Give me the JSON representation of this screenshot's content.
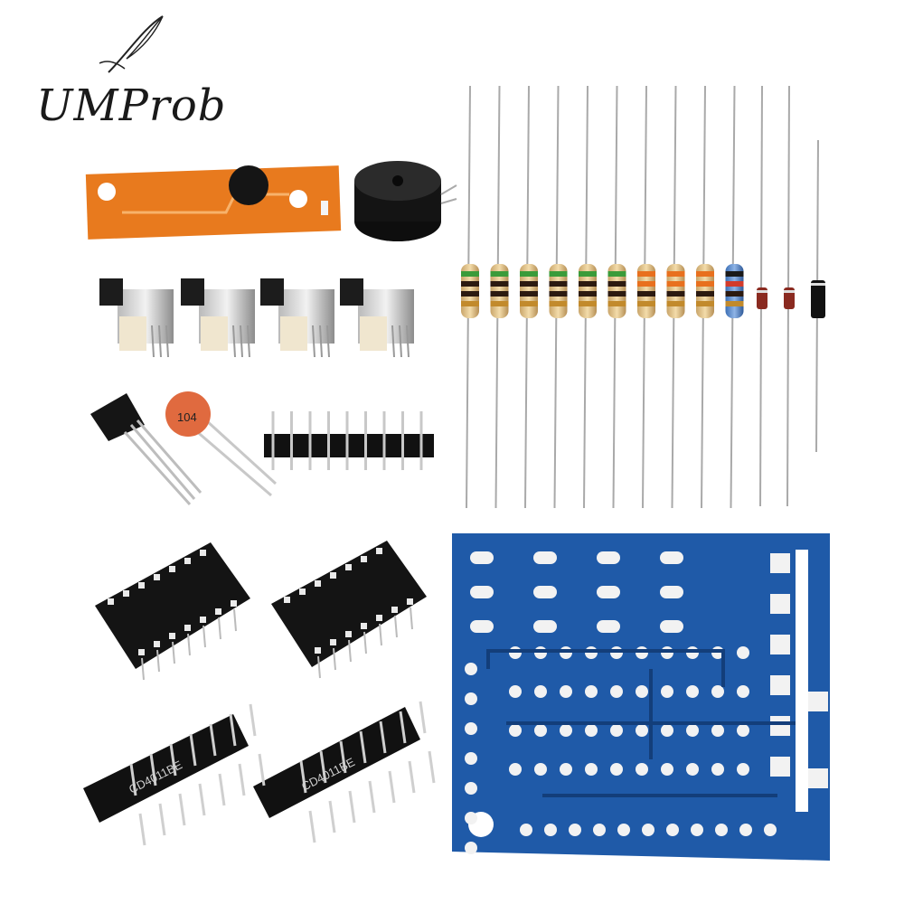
{
  "brand": {
    "logo_text": "UMProb"
  },
  "components": {
    "capacitor_code": "104",
    "chip_1_marking": "CD4011BE",
    "chip_2_marking": "CD4011BE",
    "pin_header_count": 9,
    "switch_count": 4,
    "resistor_count": 10,
    "diode_count": 3
  },
  "colors": {
    "pcb_blue": "#1f5aa8",
    "pcb_orange": "#e87a1e",
    "background": "#ffffff"
  }
}
